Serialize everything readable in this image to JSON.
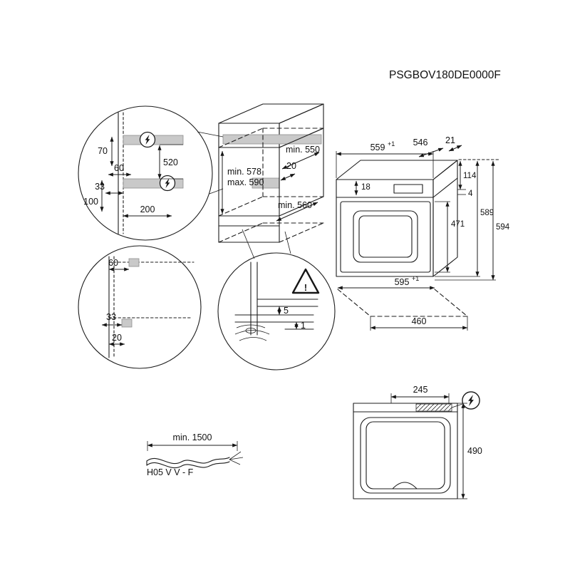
{
  "part_code": "PSGBOV180DE0000F",
  "cabinet": {
    "top_depth": "min. 550",
    "rail_offset": "20",
    "niche_height_min": "min. 578",
    "niche_height_max": "max. 590",
    "bottom_depth": "min. 560"
  },
  "detail_rails": {
    "d70": "70",
    "d60": "60",
    "d520": "520",
    "d33": "33",
    "d100": "100",
    "d200": "200"
  },
  "detail_holes": {
    "d60": "60",
    "d33": "33",
    "d20": "20"
  },
  "detail_gap": {
    "d5": "5",
    "d1": "1",
    "warning_mark": "!"
  },
  "oven": {
    "width": "559",
    "width_tol": "+1",
    "top_depth": "546",
    "rear_ledge": "21",
    "d18": "18",
    "d114": "114",
    "d4": "4",
    "door_height": "471",
    "height_a": "589",
    "height_b": "594",
    "total_width": "595",
    "total_width_tol": "+1",
    "depth": "460"
  },
  "cable": {
    "length": "min. 1500",
    "type": "H05 V V - F"
  },
  "top_view": {
    "d245": "245",
    "d490": "490"
  }
}
